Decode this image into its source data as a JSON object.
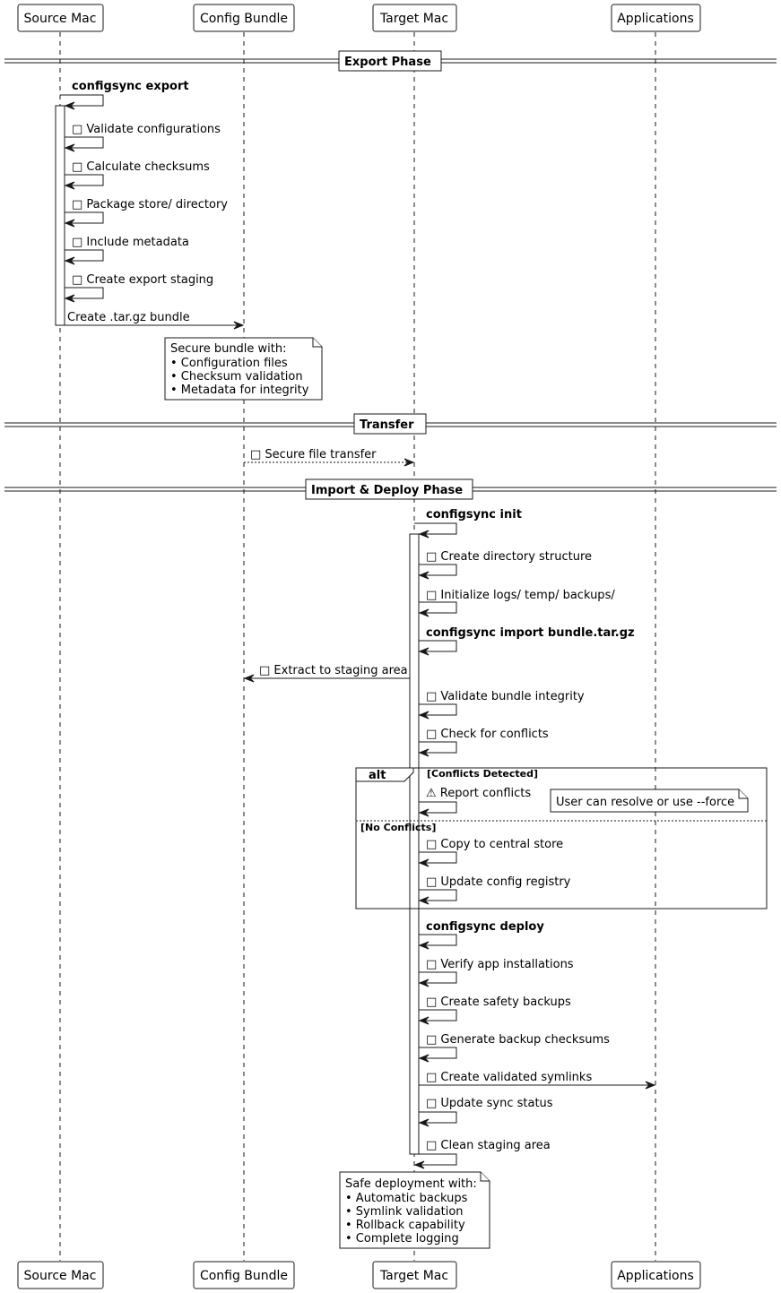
{
  "participants": [
    {
      "id": "src",
      "name": "Source Mac"
    },
    {
      "id": "bundle",
      "name": "Config Bundle"
    },
    {
      "id": "tgt",
      "name": "Target Mac"
    },
    {
      "id": "apps",
      "name": "Applications"
    }
  ],
  "dividers": {
    "export": "Export Phase",
    "transfer": "Transfer",
    "import": "Import & Deploy Phase"
  },
  "messages": [
    {
      "label": "configsync export",
      "bold": true
    },
    {
      "label": "□ Validate configurations"
    },
    {
      "label": "□ Calculate checksums"
    },
    {
      "label": "□ Package store/ directory"
    },
    {
      "label": "□ Include metadata"
    },
    {
      "label": "□ Create export staging"
    },
    {
      "label": "Create .tar.gz bundle"
    },
    {
      "label": "□ Secure file transfer"
    },
    {
      "label": "configsync init",
      "bold": true
    },
    {
      "label": "□ Create directory structure"
    },
    {
      "label": "□ Initialize logs/ temp/ backups/"
    },
    {
      "label": "configsync import bundle.tar.gz",
      "bold": true
    },
    {
      "label": "□ Extract to staging area"
    },
    {
      "label": "□ Validate bundle integrity"
    },
    {
      "label": "□ Check for conflicts"
    },
    {
      "label": "⚠ Report conflicts"
    },
    {
      "label": "□ Copy to central store"
    },
    {
      "label": "□ Update config registry"
    },
    {
      "label": "configsync deploy",
      "bold": true
    },
    {
      "label": "□ Verify app installations"
    },
    {
      "label": "□ Create safety backups"
    },
    {
      "label": "□ Generate backup checksums"
    },
    {
      "label": "□ Create validated symlinks"
    },
    {
      "label": "□ Update sync status"
    },
    {
      "label": "□ Clean staging area"
    }
  ],
  "notes": {
    "bundle": [
      "Secure bundle with:",
      "• Configuration files",
      "• Checksum validation",
      "• Metadata for integrity"
    ],
    "resolve": [
      "User can resolve or use --force"
    ],
    "deploy": [
      "Safe deployment with:",
      "• Automatic backups",
      "• Symlink validation",
      "• Rollback capability",
      "• Complete logging"
    ]
  },
  "alt": {
    "keyword": "alt",
    "guard1": "[Conflicts Detected]",
    "guard2": "[No Conflicts]"
  }
}
